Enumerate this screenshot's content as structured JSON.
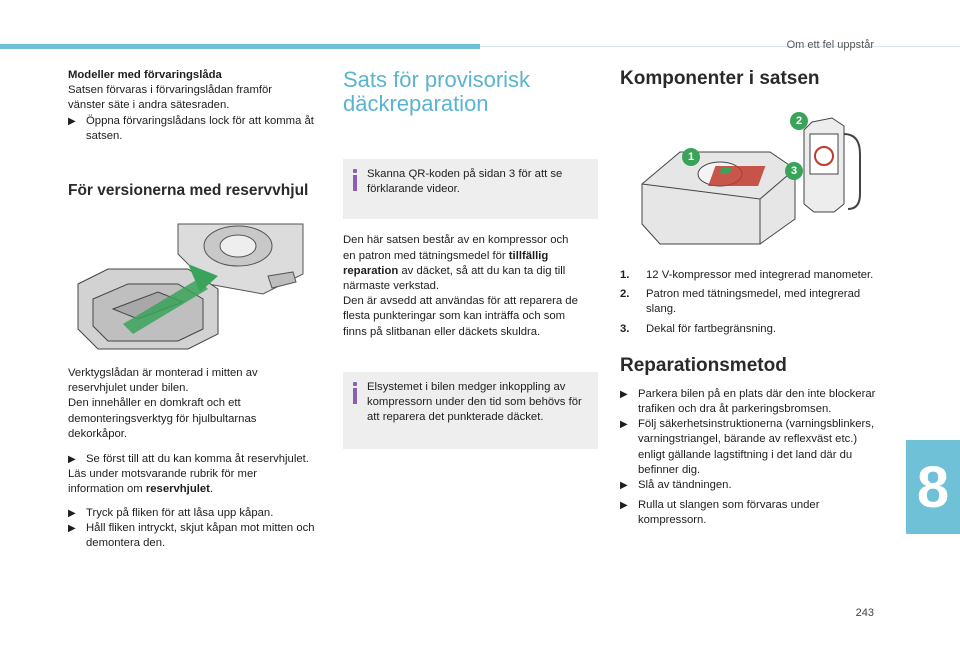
{
  "header": {
    "title": "Om ett fel uppstår"
  },
  "chapter": "8",
  "page_number": "243",
  "col1": {
    "intro_heading": "Modeller med förvaringslåda",
    "intro_line1": "Satsen förvaras i förvaringslådan framför",
    "intro_line2": "vänster säte i andra sätesraden.",
    "intro_bullet": "Öppna förvaringslådans lock för att komma åt satsen.",
    "section_heading": "För versionerna med reservvhjul",
    "p1_l1": "Verktygslådan är monterad i mitten av",
    "p1_l2": "reservhjulet under bilen.",
    "p1_l3": "Den innehåller en domkraft och ett",
    "p1_l4": "demonteringsverktyg för hjulbultarnas",
    "p1_l5": "dekorkåpor.",
    "b1": "Se först till att du kan komma åt reservhjulet.",
    "p2_l1": "Läs under motsvarande rubrik för mer",
    "p2_l2_pre": "information om ",
    "p2_l2_bold": "reservhjulet",
    "p2_l2_post": ".",
    "b2": "Tryck på fliken för att låsa upp kåpan.",
    "b3": "Håll fliken intryckt, skjut kåpan mot mitten och demontera den."
  },
  "col2": {
    "title_l1": "Sats för provisorisk",
    "title_l2": "däckreparation",
    "note1": "Skanna QR-koden på sidan 3 för att se förklarande videor.",
    "p1_l1": "Den här satsen består av en kompressor och",
    "p1_l2_pre": "en patron med tätningsmedel för ",
    "p1_l2_bold": "tillfällig",
    "p1_l3_bold": "reparation",
    "p1_l3_post": " av däcket, så att du kan ta dig till",
    "p1_l4": "närmaste verkstad.",
    "p2_l1": "Den är avsedd att användas för att reparera de",
    "p2_l2": "flesta punkteringar som kan inträffa och som",
    "p2_l3": "finns på slitbanan eller däckets skuldra.",
    "note2": "Elsystemet i bilen medger inkoppling av kompressorn under den tid som behövs för att reparera det punkterade däcket."
  },
  "col3": {
    "heading1": "Komponenter i satsen",
    "callouts": [
      "1",
      "2",
      "3"
    ],
    "items": [
      {
        "num": "1.",
        "text": "12 V-kompressor med integrerad manometer."
      },
      {
        "num": "2.",
        "text": "Patron med tätningsmedel, med integrerad slang."
      },
      {
        "num": "3.",
        "text": "Dekal för fartbegränsning."
      }
    ],
    "heading2": "Reparationsmetod",
    "b1": "Parkera bilen på en plats där den inte blockerar trafiken och dra åt parkeringsbromsen.",
    "b2": "Följ säkerhetsinstruktionerna (varningsblinkers, varningstriangel, bärande av reflexväst etc.) enligt gällande lagstiftning i det land där du befinner dig.",
    "b3": "Slå av tändningen.",
    "b4": "Rulla ut slangen som förvaras under kompressorn."
  },
  "colors": {
    "accent": "#6ec1d6",
    "title_blue": "#5ab4cf",
    "note_bg": "#eeeeee",
    "info_mark": "#8a5fb5",
    "highlight_green": "#3aa35a"
  },
  "icons": {
    "bullet": "arrow-bullet-icon",
    "info": "info-icon"
  }
}
